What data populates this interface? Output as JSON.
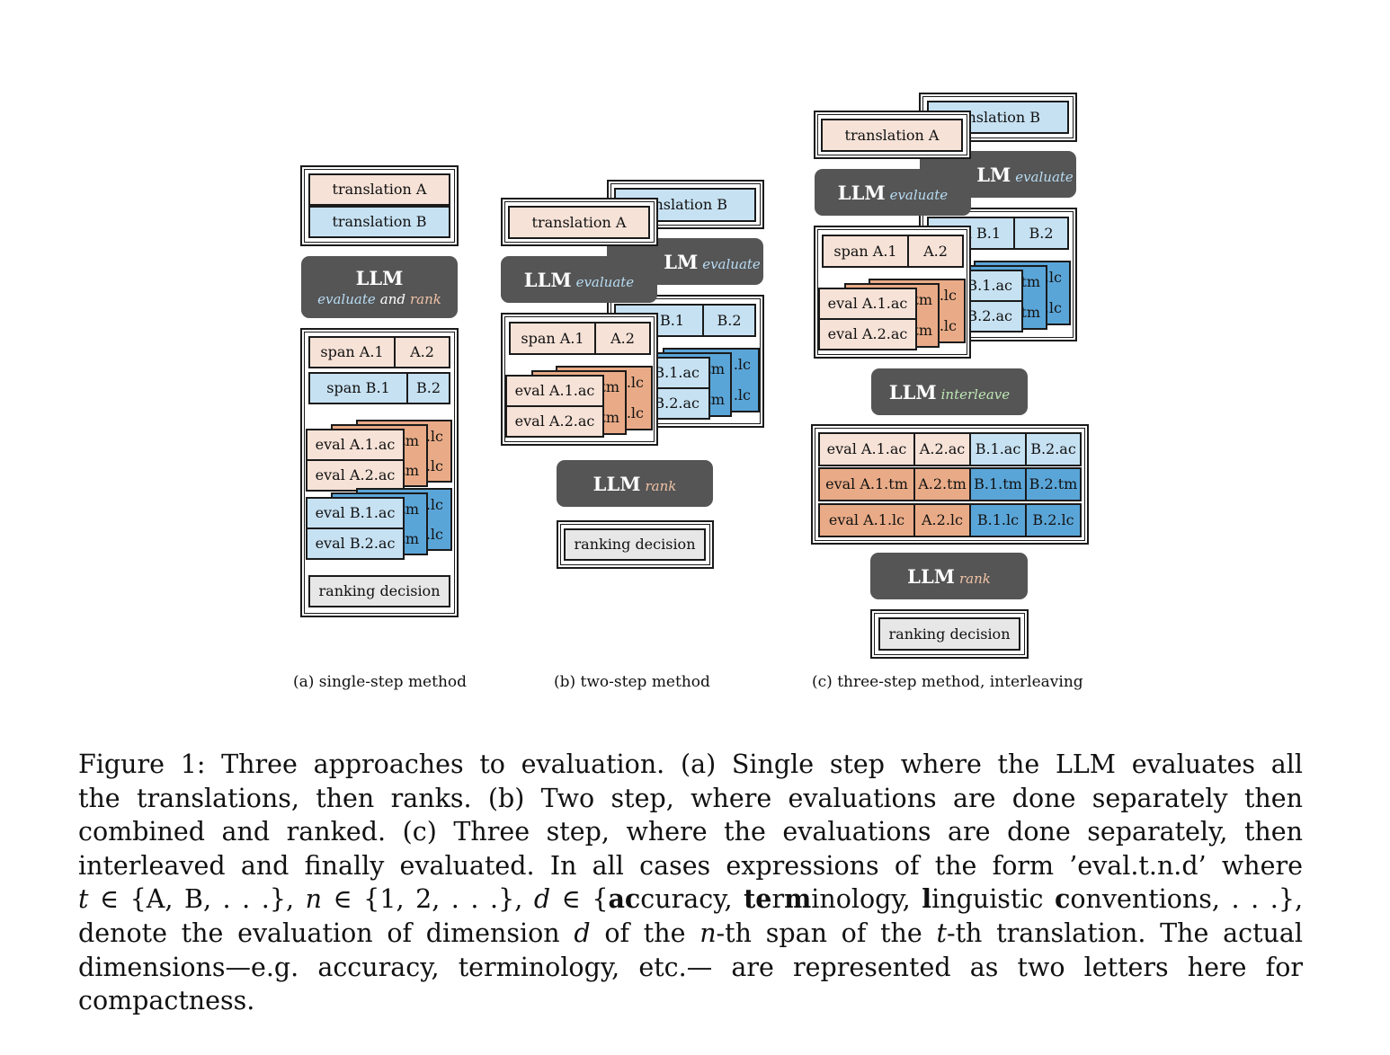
{
  "panel_a": {
    "translations": [
      "translation A",
      "translation B"
    ],
    "llm": {
      "word": "LLM",
      "evaluate": "evaluate",
      "and": "and",
      "rank": "rank"
    },
    "spans": {
      "a1": "span A.1",
      "a2": "A.2",
      "b1": "span B.1",
      "b2": "B.2"
    },
    "evals_a": {
      "ac1": "eval A.1.ac",
      "ac2": "eval A.2.ac",
      "tm": "tm",
      "lc": ".lc"
    },
    "evals_b": {
      "ac1": "eval B.1.ac",
      "ac2": "eval B.2.ac",
      "tm": "tm",
      "lc": ".lc"
    },
    "decision": "ranking decision",
    "subcaption": "(a) single-step method"
  },
  "panel_b": {
    "translation_a": "translation A",
    "translation_b_partial": "nslation B",
    "llm_back": {
      "word": "LM",
      "label": "evaluate"
    },
    "llm_front": {
      "word": "LLM",
      "label": "evaluate"
    },
    "spans_a": {
      "a1": "span A.1",
      "a2": "A.2"
    },
    "spans_b": {
      "b1_partial": "n B.1",
      "b2": "B.2"
    },
    "evals_a": {
      "ac1": "eval A.1.ac",
      "ac2": "eval A.2.ac",
      "tm": "tm",
      "lc": ".lc"
    },
    "evals_b": {
      "ac1_partial": "B.1.ac",
      "ac2_partial": "B.2.ac",
      "tm": "tm",
      "lc": ".lc"
    },
    "llm_rank": {
      "word": "LLM",
      "label": "rank"
    },
    "decision": "ranking decision",
    "subcaption": "(b) two-step method"
  },
  "panel_c": {
    "translation_a": "translation A",
    "translation_b_partial": "nslation B",
    "llm_back": {
      "word": "LM",
      "label": "evaluate"
    },
    "llm_front": {
      "word": "LLM",
      "label": "evaluate"
    },
    "spans_a": {
      "a1": "span A.1",
      "a2": "A.2"
    },
    "spans_b": {
      "b1_partial": "n B.1",
      "b2": "B.2"
    },
    "evals_a": {
      "ac1": "eval A.1.ac",
      "ac2": "eval A.2.ac",
      "tm": "tm",
      "lc": ".lc"
    },
    "evals_b": {
      "ac1_partial": "B.1.ac",
      "ac2_partial": "B.2.ac",
      "tm": "tm",
      "lc": ".lc"
    },
    "llm_interleave": {
      "word": "LLM",
      "label": "interleave"
    },
    "grid": [
      [
        "eval A.1.ac",
        "A.2.ac",
        "B.1.ac",
        "B.2.ac"
      ],
      [
        "eval A.1.tm",
        "A.2.tm",
        "B.1.tm",
        "B.2.tm"
      ],
      [
        "eval A.1.lc",
        "A.2.lc",
        "B.1.lc",
        "B.2.lc"
      ]
    ],
    "llm_rank": {
      "word": "LLM",
      "label": "rank"
    },
    "decision": "ranking decision",
    "subcaption": "(c) three-step method, interleaving"
  },
  "caption": {
    "l1": "Figure 1: Three approaches to evaluation. (a) Single step where the LLM evaluates all",
    "l2": "the translations, then ranks. (b) Two step, where evaluations are done separately then",
    "l3": "combined and ranked. (c) Three step, where the evaluations are done separately, then",
    "l4": "interleaved and finally evaluated. In all cases expressions of the form ’eval.t.n.d’ where",
    "l5": {
      "t_var": "t",
      "t_set": "∈ {A, B, . . .},",
      "n_var": "n",
      "n_set": "∈ {1, 2, . . .},",
      "d_var": "d",
      "d_open": "∈ {",
      "ac_bold": "ac",
      "ac_rest": "curacy, ",
      "te_bold": "te",
      "r_plain": "r",
      "m_bold": "m",
      "term_rest": "inology, ",
      "l_bold": "l",
      "ling_rest": "inguistic ",
      "c_bold": "c",
      "conv_rest": "onventions, . . .},"
    },
    "l6": {
      "a": "denote the evaluation of dimension ",
      "d": "d",
      "b": " of the ",
      "n": "n",
      "c": "-th span of the ",
      "t": "t",
      "e": "-th translation. The actual"
    },
    "l7": "dimensions—e.g. accuracy, terminology, etc.— are represented as two letters here for",
    "l8": "compactness."
  }
}
